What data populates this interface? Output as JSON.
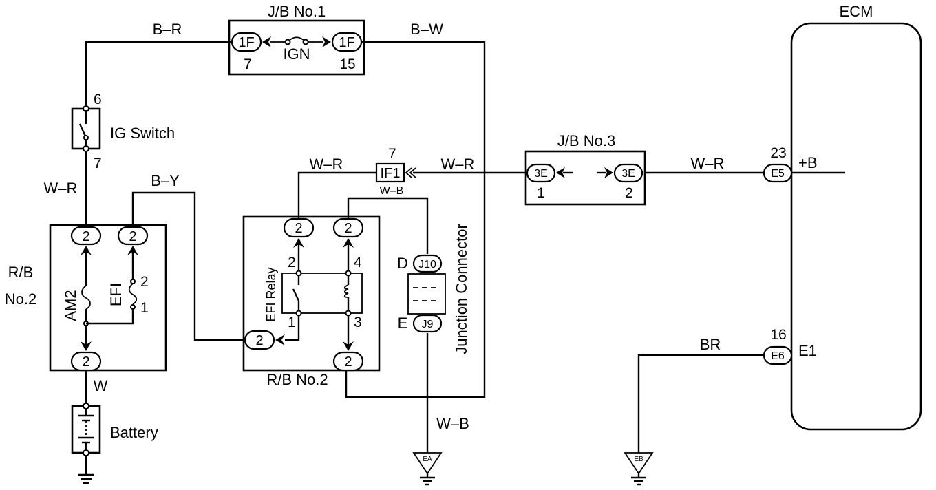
{
  "jb1": {
    "title": "J/B No.1",
    "conn_left": "1F",
    "conn_right": "1F",
    "pin_left": "7",
    "pin_right": "15",
    "fuse": "IGN"
  },
  "jb3": {
    "title": "J/B No.3",
    "conn_left": "3E",
    "conn_right": "3E",
    "pin_left": "1",
    "pin_right": "2"
  },
  "ecm": {
    "title": "ECM",
    "conn_b": "E5",
    "pin_b": "23",
    "label_b": "+B",
    "conn_e1": "E6",
    "pin_e1": "16",
    "label_e1": "E1"
  },
  "ig_switch": {
    "label": "IG Switch",
    "pin_top": "6",
    "pin_bottom": "7"
  },
  "rb2_left": {
    "label_line1": "R/B",
    "label_line2": "No.2",
    "fuse_am2": "AM2",
    "fuse_efi": "EFI",
    "efi_pin_top": "2",
    "efi_pin_bottom": "1",
    "conn_tl": "2",
    "conn_tr": "2",
    "conn_bottom": "2"
  },
  "rb2_relay": {
    "label": "R/B No.2",
    "relay": "EFI Relay",
    "conn_tl": "2",
    "conn_tr": "2",
    "conn_bl": "2",
    "conn_br": "2",
    "pin_2": "2",
    "pin_4": "4",
    "pin_1": "1",
    "pin_3": "3"
  },
  "if_conn": {
    "label": "IF1",
    "pin": "7"
  },
  "junction": {
    "label": "Junction Connector",
    "top_letter": "D",
    "top_conn": "J10",
    "bottom_letter": "E",
    "bottom_conn": "J9"
  },
  "battery": {
    "label": "Battery"
  },
  "wires": {
    "b_r": "B–R",
    "b_w": "B–W",
    "w_r_ig": "W–R",
    "b_y": "B–Y",
    "w_r_relay": "W–R",
    "w_r_jb3": "W–R",
    "w_r_ecm": "W–R",
    "w_b_top": "W–B",
    "w_b_bottom": "W–B",
    "br": "BR",
    "w": "W"
  },
  "grounds": {
    "ea": "EA",
    "eb": "EB"
  }
}
